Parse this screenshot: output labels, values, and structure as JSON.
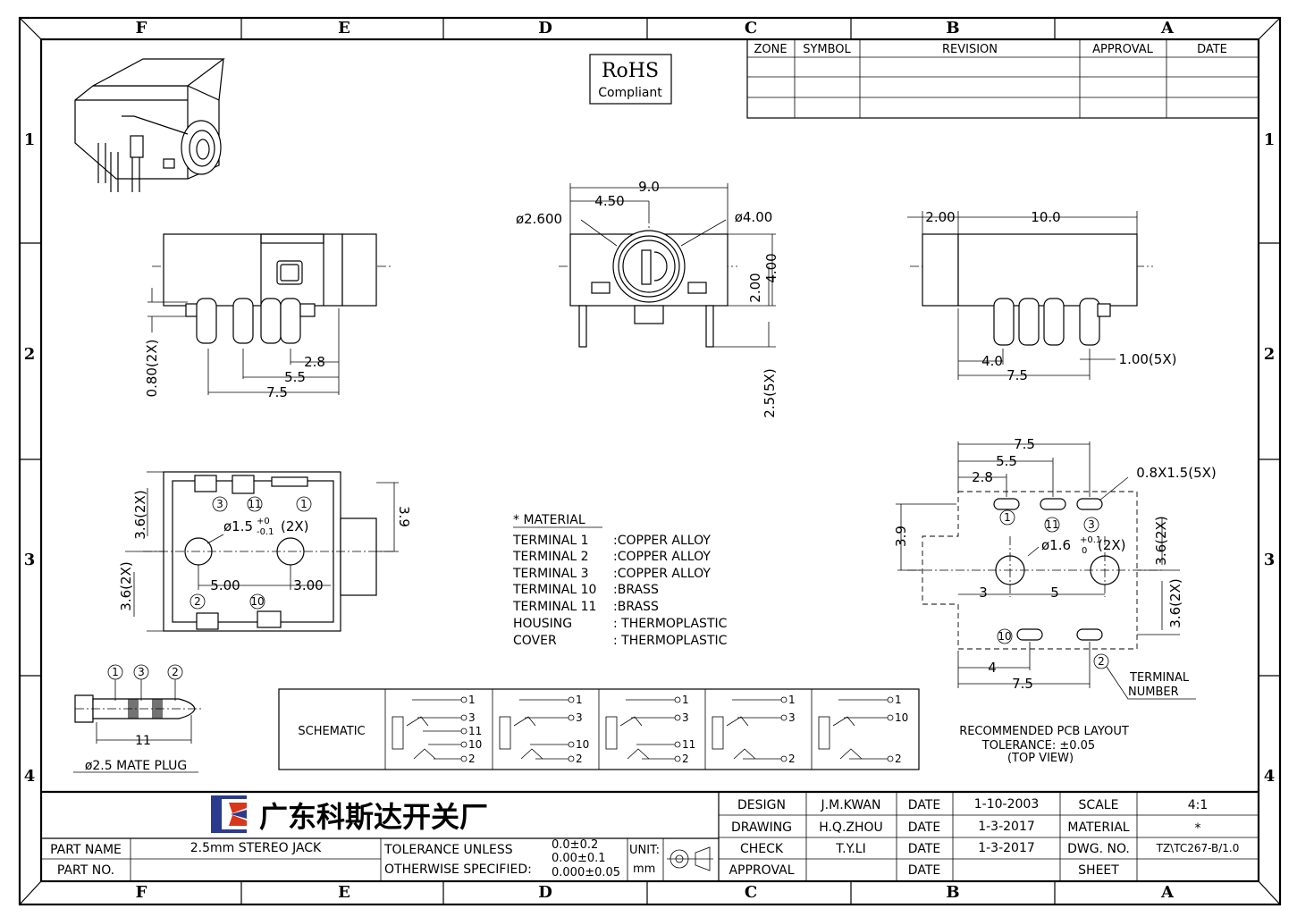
{
  "frame": {
    "zones_cols": [
      "F",
      "E",
      "D",
      "C",
      "B",
      "A"
    ],
    "zones_rows": [
      "1",
      "2",
      "3",
      "4"
    ]
  },
  "revision_table": {
    "headers": [
      "ZONE",
      "SYMBOL",
      "REVISION",
      "APPROVAL",
      "DATE"
    ]
  },
  "rohs": {
    "line1": "RoHS",
    "line2": "Compliant"
  },
  "front_view": {
    "dim_width": "9.0",
    "dim_half": "4.50",
    "dim_hole": "ø2.600",
    "dim_outer": "ø4.00",
    "dim_h1": "2.00",
    "dim_h2": "4.00",
    "dim_pins": "2.5(5X)"
  },
  "side_view_left": {
    "dim_28": "2.8",
    "dim_55": "5.5",
    "dim_75": "7.5",
    "dim_080": "0.80(2X)"
  },
  "side_view_right": {
    "dim_200": "2.00",
    "dim_100": "10.0",
    "dim_40": "4.0",
    "dim_75": "7.5",
    "dim_pin": "1.00(5X)"
  },
  "bottom_view": {
    "dim_hole": "ø1.5",
    "tol_up": "+0",
    "tol_dn": "-0.1",
    "hole_cnt": "(2X)",
    "dim_36a": "3.6(2X)",
    "dim_36b": "3.6(2X)",
    "dim_39": "3.9",
    "dim_500": "5.00",
    "dim_300": "3.00",
    "pins": [
      "3",
      "11",
      "1",
      "2",
      "10"
    ]
  },
  "material": {
    "title": "* MATERIAL",
    "rows": [
      {
        "name": "TERMINAL  1",
        "value": ":COPPER  ALLOY"
      },
      {
        "name": "TERMINAL  2",
        "value": ":COPPER  ALLOY"
      },
      {
        "name": "TERMINAL  3",
        "value": ":COPPER  ALLOY"
      },
      {
        "name": "TERMINAL  10",
        "value": ":BRASS"
      },
      {
        "name": "TERMINAL  11",
        "value": ":BRASS"
      },
      {
        "name": "HOUSING",
        "value": ": THERMOPLASTIC"
      },
      {
        "name": "COVER",
        "value": ": THERMOPLASTIC"
      }
    ]
  },
  "pcb": {
    "dim_75": "7.5",
    "dim_55": "5.5",
    "dim_28": "2.8",
    "dim_slot": "0.8X1.5(5X)",
    "dim_39": "3.9",
    "dim_hole": "ø1.6",
    "tol_up": "+0.1",
    "tol_dn": "0",
    "hole_cnt": "(2X)",
    "dim_36a": "3.6(2X)",
    "dim_36b": "3.6(2X)",
    "dim_3": "3",
    "dim_5": "5",
    "dim_4": "4",
    "dim_75b": "7.5",
    "pins": [
      "1",
      "11",
      "3",
      "10",
      "2"
    ],
    "terminal_label1": "TERMINAL",
    "terminal_label2": "NUMBER",
    "caption1": "RECOMMENDED PCB LAYOUT",
    "caption2": "TOLERANCE: ±0.05",
    "caption3": "(TOP VIEW)"
  },
  "plug": {
    "pins": [
      "1",
      "3",
      "2"
    ],
    "dim": "11",
    "caption": "ø2.5 MATE PLUG"
  },
  "schematic": {
    "label": "SCHEMATIC",
    "cells": [
      [
        "1",
        "3",
        "11",
        "10",
        "2"
      ],
      [
        "1",
        "3",
        "10",
        "2"
      ],
      [
        "1",
        "3",
        "11",
        "2"
      ],
      [
        "1",
        "3",
        "2"
      ],
      [
        "1",
        "10",
        "2"
      ]
    ]
  },
  "title_block": {
    "company": "广东科斯达开关厂",
    "part_name_label": "PART NAME",
    "part_name": "2.5mm STEREO JACK",
    "part_no_label": "PART NO.",
    "part_no": "",
    "tol_line1": "TOLERANCE UNLESS",
    "tol_line2": "OTHERWISE SPECIFIED:",
    "tol_v1": "0.0±0.2",
    "tol_v2": "0.00±0.1",
    "tol_v3": "0.000±0.05",
    "unit_label": "UNIT:",
    "unit": "mm",
    "rows": [
      {
        "label": "DESIGN",
        "name": "J.M.KWAN",
        "date_label": "DATE",
        "date": "1-10-2003",
        "k": "SCALE",
        "v": "4:1"
      },
      {
        "label": "DRAWING",
        "name": "H.Q.ZHOU",
        "date_label": "DATE",
        "date": "1-3-2017",
        "k": "MATERIAL",
        "v": "*"
      },
      {
        "label": "CHECK",
        "name": "T.Y.LI",
        "date_label": "DATE",
        "date": "1-3-2017",
        "k": "DWG. NO.",
        "v": "TZ\\TC267-B/1.0"
      },
      {
        "label": "APPROVAL",
        "name": "",
        "date_label": "DATE",
        "date": "",
        "k": "SHEET",
        "v": ""
      }
    ]
  }
}
